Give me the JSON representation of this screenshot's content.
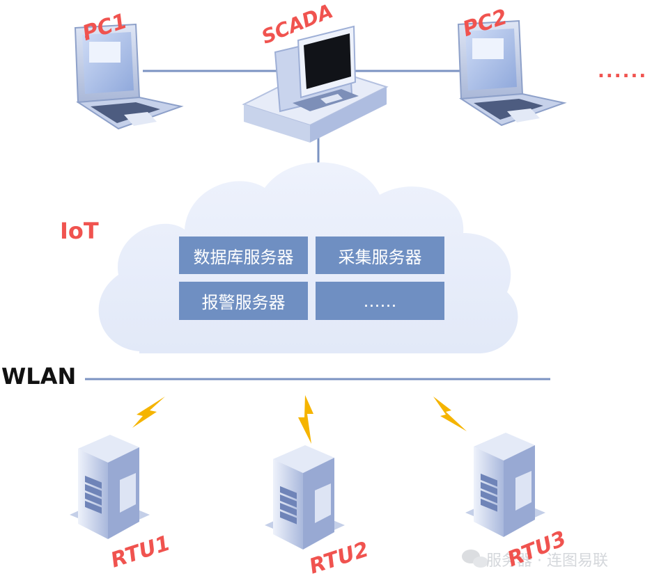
{
  "nodes": {
    "pc1": "PC1",
    "scada": "SCADA",
    "pc2": "PC2",
    "more_pcs": "......",
    "iot": "IoT",
    "wlan": "WLAN",
    "rtu1": "RTU1",
    "rtu2": "RTU2",
    "rtu3": "RTU3"
  },
  "servers": [
    "数据库服务器",
    "采集服务器",
    "报警服务器",
    "……"
  ],
  "watermark": "服务器 · 连图易联",
  "colors": {
    "label_red": "#f0534f",
    "server_cell": "#6f8fc2",
    "cloud": "#e8eefa",
    "line": "#7b93c2",
    "lightning": "#f5b400"
  }
}
